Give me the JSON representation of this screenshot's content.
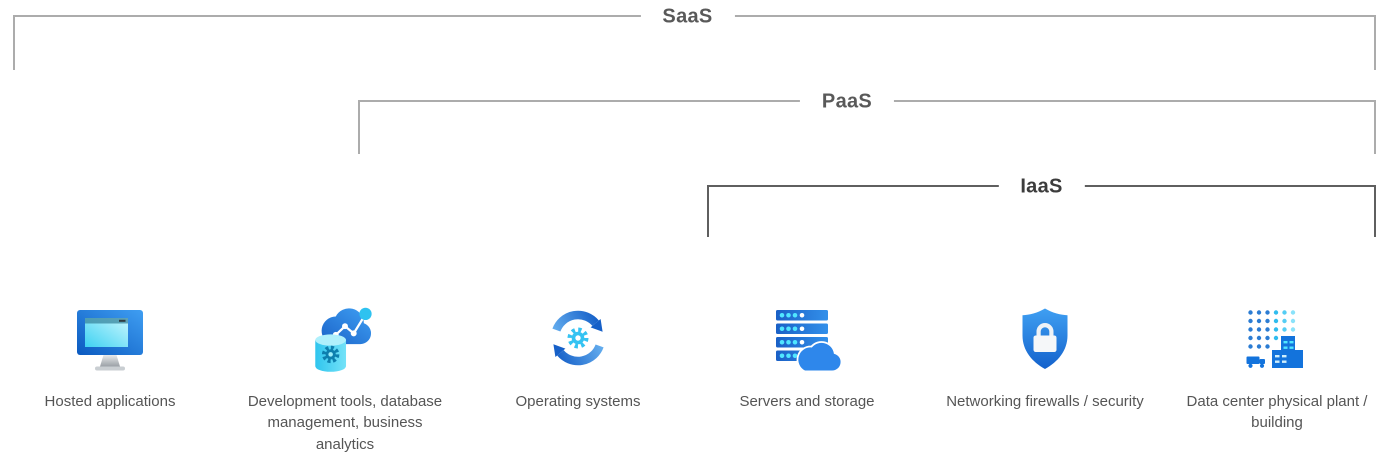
{
  "diagram": {
    "brackets": [
      {
        "id": "saas",
        "label": "SaaS",
        "line_color": "#acacac",
        "label_color": "#595959"
      },
      {
        "id": "paas",
        "label": "PaaS",
        "line_color": "#acacac",
        "label_color": "#595959"
      },
      {
        "id": "iaas",
        "label": "IaaS",
        "line_color": "#5f5f5f",
        "label_color": "#3c3c3c"
      }
    ],
    "items": [
      {
        "label": "Hosted applications",
        "icon": "hosted-applications-monitor-icon"
      },
      {
        "label": "Development tools, database management, business analytics",
        "icon": "dev-tools-database-analytics-icon"
      },
      {
        "label": "Operating systems",
        "icon": "operating-systems-sync-gear-icon"
      },
      {
        "label": "Servers and storage",
        "icon": "servers-storage-cloud-icon"
      },
      {
        "label": "Networking firewalls / security",
        "icon": "networking-security-shield-lock-icon"
      },
      {
        "label": "Data center physical plant / building",
        "icon": "data-center-building-icon"
      }
    ],
    "colors": {
      "icon_blue": "#2e87eb",
      "icon_dark_blue": "#1560c8",
      "icon_cyan": "#35c3f2",
      "icon_light_cyan": "#50e6ff",
      "bracket_line_gray": "#acacac",
      "iaas_line_gray": "#5f5f5f",
      "caption_text": "#555555",
      "background": "#ffffff"
    }
  }
}
